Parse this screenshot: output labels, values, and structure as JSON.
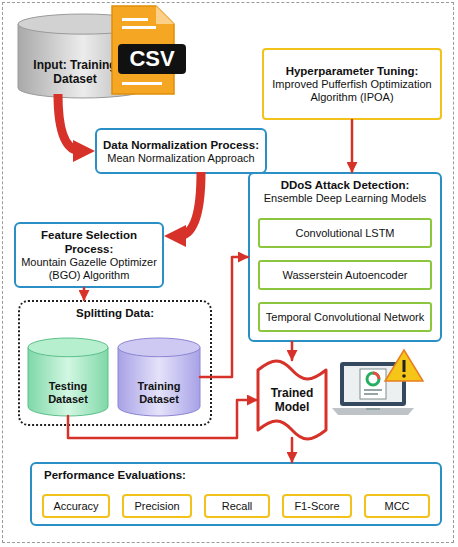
{
  "diagram": {
    "nodes": [
      {
        "text": [
          "Input: Training Dataset"
        ]
      },
      {
        "text": [
          "Hyperparameter Tuning:",
          "Improved Pufferfish Optimization Algorithm (IPOA)"
        ]
      },
      {
        "text": [
          "Data Normalization Process:",
          "Mean Normalization Approach"
        ]
      },
      {
        "text": [
          "DDoS Attack Detection:",
          "Ensemble Deep Learning Models"
        ]
      },
      {
        "text": [
          "Convolutional LSTM"
        ],
        "in": 3
      },
      {
        "text": [
          "Wasserstein Autoencoder"
        ],
        "in": 3
      },
      {
        "text": [
          "Temporal Convolutional Network"
        ],
        "in": 3
      },
      {
        "text": [
          "Feature Selection Process:",
          "Mountain Gazelle Optimizer (BGO) Algorithm"
        ]
      },
      {
        "text": [
          "Splitting Data:"
        ]
      },
      {
        "text": [
          "Testing Dataset"
        ],
        "in": 8
      },
      {
        "text": [
          "Training Dataset"
        ],
        "in": 8
      },
      {
        "text": [
          "Trained Model"
        ]
      },
      {
        "text": [
          "Performance Evaluations:"
        ]
      },
      {
        "text": [
          "Accuracy"
        ],
        "in": 12
      },
      {
        "text": [
          "Precision"
        ],
        "in": 12
      },
      {
        "text": [
          "Recall"
        ],
        "in": 12
      },
      {
        "text": [
          "F1-Score"
        ],
        "in": 12
      },
      {
        "text": [
          "MCC"
        ],
        "in": 12
      }
    ],
    "edges": [
      {
        "from": 0,
        "to": 2,
        "arrow": "to"
      },
      {
        "from": 2,
        "to": 7,
        "arrow": "to"
      },
      {
        "from": 7,
        "to": 8,
        "arrow": "to"
      },
      {
        "from": 10,
        "to": 3,
        "arrow": "to"
      },
      {
        "from": 1,
        "to": 3,
        "arrow": "to"
      },
      {
        "from": 3,
        "to": 11,
        "arrow": "to"
      },
      {
        "from": 9,
        "to": 11,
        "arrow": "to"
      },
      {
        "from": 11,
        "to": 12,
        "arrow": "to"
      }
    ],
    "labels": [
      "CSV"
    ]
  }
}
